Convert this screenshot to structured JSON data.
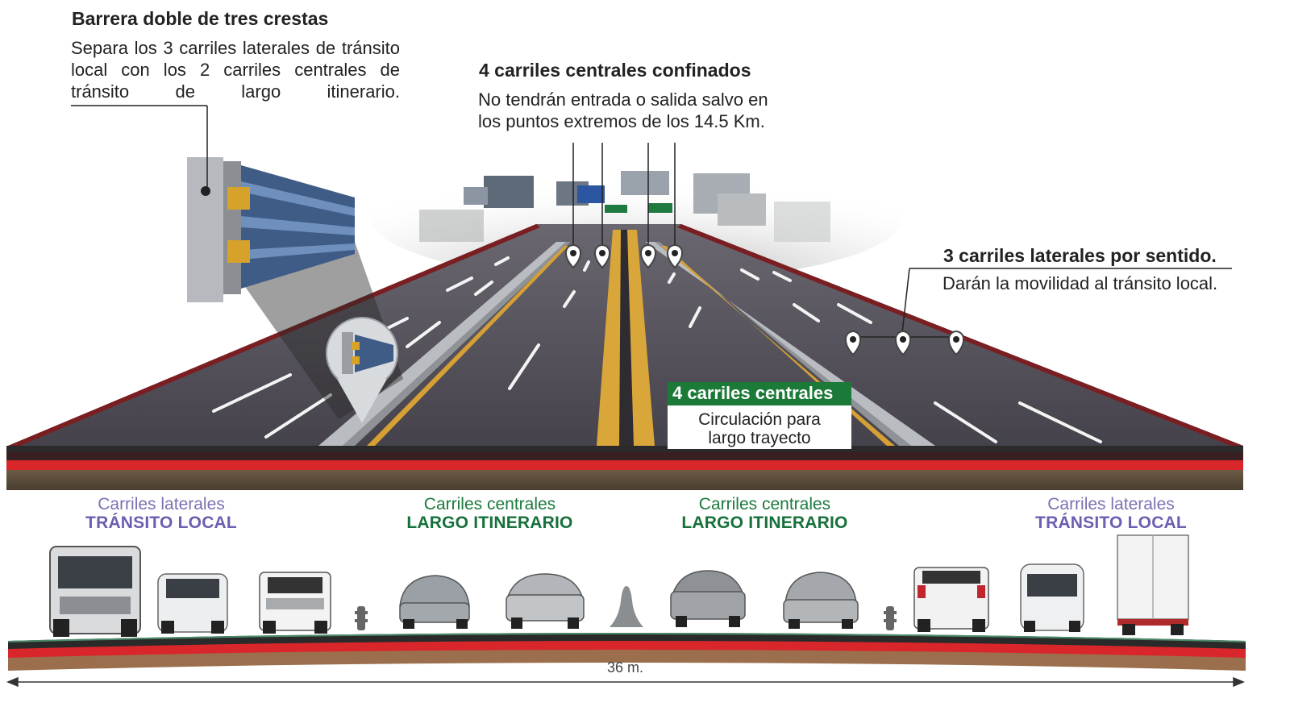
{
  "barrier": {
    "title": "Barrera doble de tres crestas",
    "description": "Separa los 3 carriles laterales de tránsito local con los 2 carriles centrales de tránsito de largo itinerario."
  },
  "confined": {
    "title": "4 carriles centrales confinados",
    "description": "No tendrán entrada o salida salvo en los puntos extremos de los 14.5 Km."
  },
  "lateral_callout": {
    "title": "3 carriles laterales por sentido.",
    "description": "Darán la movilidad al tránsito local."
  },
  "central_badge": {
    "title": "4 carriles centrales",
    "line1": "Circulación para",
    "line2": "largo trayecto"
  },
  "lane_labels": [
    {
      "top": "Carriles laterales",
      "bottom": "TRÁNSITO LOCAL"
    },
    {
      "top": "Carriles centrales",
      "bottom": "LARGO ITINERARIO"
    },
    {
      "top": "Carriles centrales",
      "bottom": "LARGO ITINERARIO"
    },
    {
      "top": "Carriles laterales",
      "bottom": "TRÁNSITO LOCAL"
    }
  ],
  "width_label": "36 m.",
  "colors": {
    "green": "#1b7a38",
    "purple": "#6a5fb0",
    "asphalt": "#4a4750",
    "edge_red": "#7a1e22",
    "band_red": "#d8262b"
  },
  "icons": [
    "location-pin-icon",
    "barrier-detail-icon",
    "vehicle-icon",
    "bollard-icon",
    "median-cone-icon"
  ]
}
